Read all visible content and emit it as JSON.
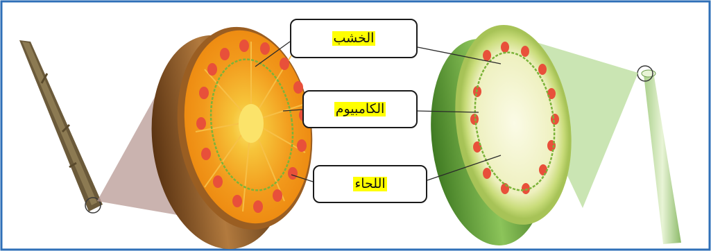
{
  "labels": {
    "xylem": "الخشب",
    "cambium": "الكامبيوم",
    "phloem": "اللحاء"
  },
  "colors": {
    "frame_border": "#2e6fb7",
    "label_highlight": "#ffff00",
    "woody_bark": "#6b3f1a",
    "woody_cortex": "#f4a11a",
    "woody_center": "#f8d84a",
    "herbaceous_outer": "#5f9e3a",
    "herbaceous_pith": "#f0f2c9",
    "vascular_bundle": "#e8503a",
    "cambium_ring": "#7bb33a"
  }
}
